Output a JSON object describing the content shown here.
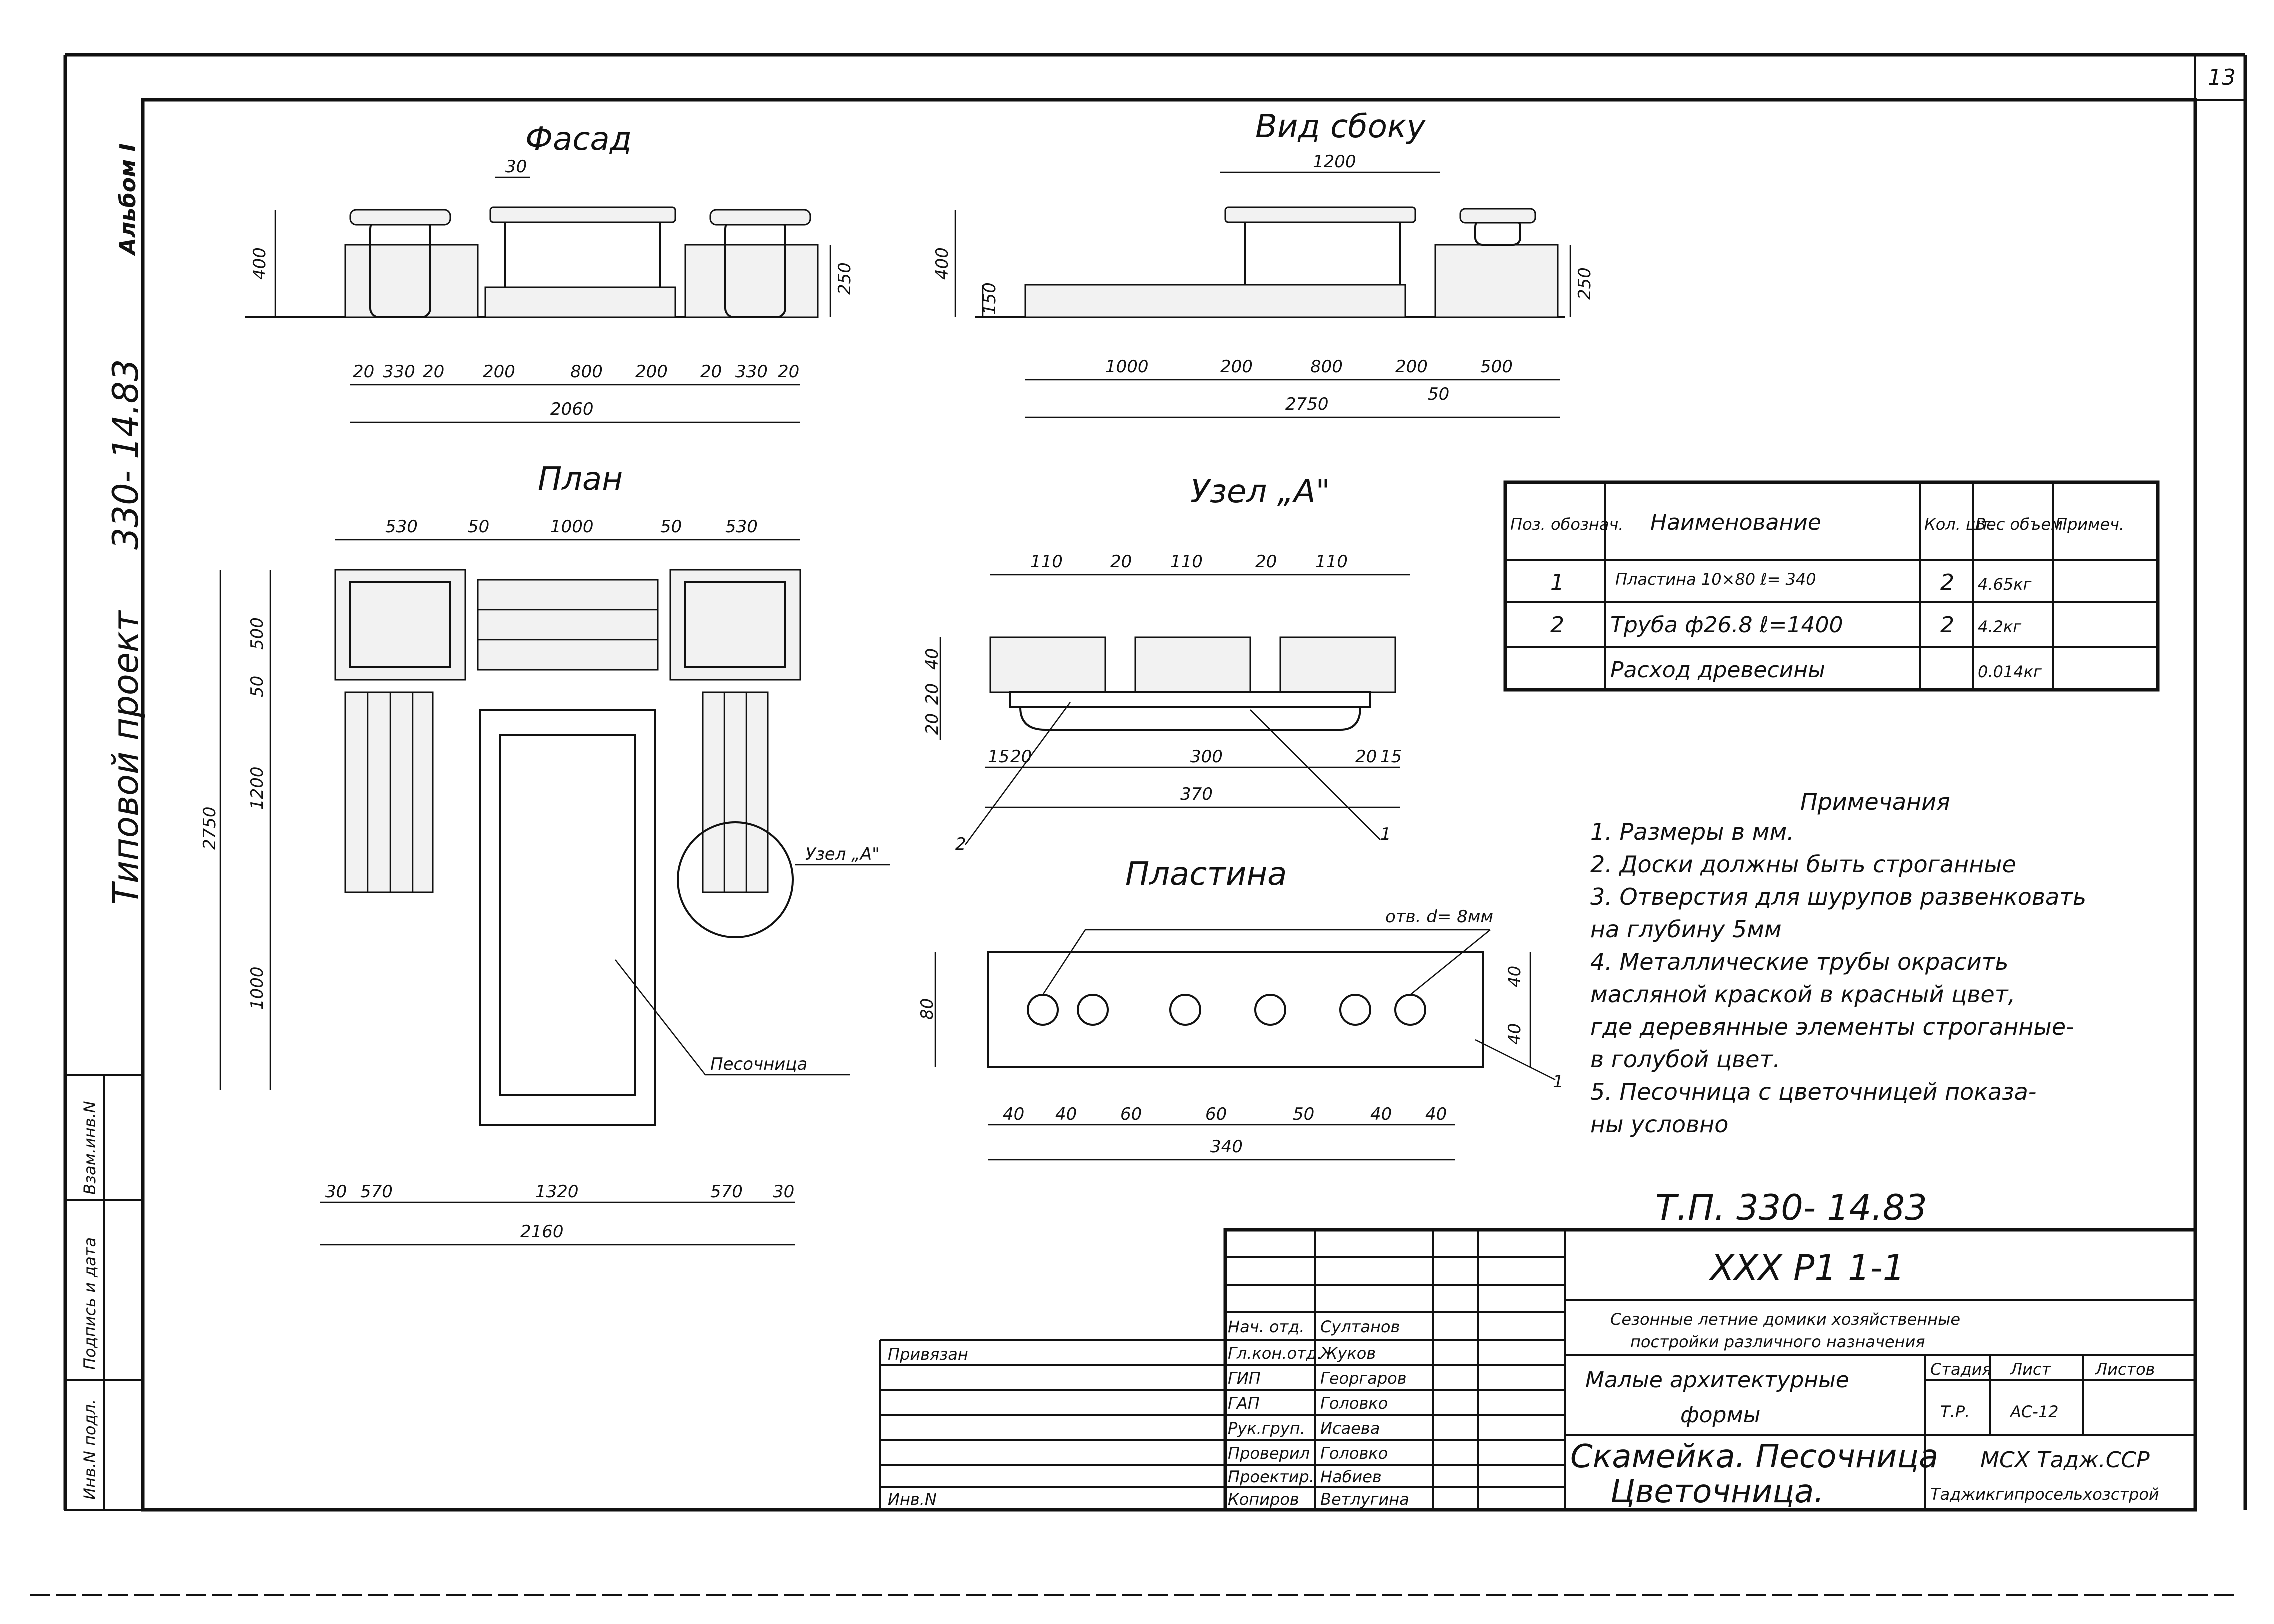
{
  "sheet": {
    "page_number": "13",
    "side_album": "Альбом I",
    "side_code": "330- 14.83",
    "side_project": "Типовой проект",
    "side_stamp": [
      "Инв.N подл.",
      "Подпись и дата",
      "Взам.инв.N"
    ]
  },
  "views": {
    "facade": {
      "title": "Фасад",
      "dim_top": "30",
      "dim_h_total": "400",
      "dim_h_box": "250",
      "dims": [
        "20",
        "330",
        "20",
        "200",
        "800",
        "200",
        "20",
        "330",
        "20"
      ],
      "total": "2060"
    },
    "side": {
      "title": "Вид сбоку",
      "dim_top": "1200",
      "dim_h_total": "400",
      "dim_h_seat": "150",
      "dim_h_box": "250",
      "dims": [
        "1000",
        "200",
        "800",
        "200",
        "500"
      ],
      "dim_gap": "50",
      "total": "2750"
    },
    "plan": {
      "title": "План",
      "dims_top": [
        "530",
        "50",
        "1000",
        "50",
        "530"
      ],
      "dims_left": [
        "500",
        "50",
        "1200",
        "1000"
      ],
      "total_left": "2750",
      "dims_bottom": [
        "30",
        "570",
        "1320",
        "570",
        "30"
      ],
      "total_bottom": "2160",
      "label_node": "Узел „А\"",
      "label_sandbox": "Песочница"
    },
    "node_a": {
      "title": "Узел „А\"",
      "dims_top": [
        "110",
        "20",
        "110",
        "20",
        "110"
      ],
      "dims_left": [
        "40",
        "20",
        "20"
      ],
      "dims_bottom": [
        "15",
        "20",
        "300",
        "20",
        "15"
      ],
      "total": "370",
      "callout_2": "2",
      "callout_1": "1"
    },
    "plate": {
      "title": "Пластина",
      "holes_note": "отв. d= 8мм",
      "dim_h": "80",
      "dim_right": [
        "40",
        "40"
      ],
      "dims": [
        "40",
        "40",
        "60",
        "60",
        "50",
        "40",
        "40"
      ],
      "total": "340",
      "callout": "1"
    }
  },
  "spec_table": {
    "headers": [
      "Поз. обознач.",
      "Наименование",
      "Кол. шт.",
      "Вес объем",
      "Примеч."
    ],
    "rows": [
      [
        "1",
        "Пластина 10×80 ℓ= 340",
        "2",
        "4.65кг",
        ""
      ],
      [
        "2",
        "Труба ф26.8 ℓ=1400",
        "2",
        "4.2кг",
        ""
      ],
      [
        "",
        "Расход древесины",
        "",
        "0.014кг",
        ""
      ]
    ]
  },
  "notes": {
    "title": "Примечания",
    "items": [
      "1. Размеры в мм.",
      "2. Доски должны быть строганные",
      "3. Отверстия для шурупов развенковать",
      "на глубину 5мм",
      "4. Металлические трубы окрасить",
      "масляной краской в красный цвет,",
      "где деревянные элементы строганные-",
      "в голубой цвет.",
      "5. Песочница с цветочницей показа-",
      "ны условно"
    ]
  },
  "title_block": {
    "code": "Т.П. 330- 14.83",
    "series": "ХХХ Р1 1-1",
    "project_name_1": "Сезонные летние домики хозяйственные",
    "project_name_2": "постройки различного назначения",
    "section_1": "Малые архитектурные",
    "section_2": "формы",
    "drawing_1": "Скамейка. Песочница",
    "drawing_2": "Цветочница.",
    "stage_header": [
      "Стадия",
      "Лист",
      "Листов"
    ],
    "stage_values": [
      "Т.Р.",
      "АС-12",
      ""
    ],
    "org_1": "МСХ Тадж.ССР",
    "org_2": "Таджикгипросельхозстрой",
    "privyazan": "Привязан",
    "inv": "Инв.N",
    "staff": [
      [
        "Нач. отд.",
        "Султанов"
      ],
      [
        "Гл.кон.отд.",
        "Жуков"
      ],
      [
        "ГИП",
        "Георгаров"
      ],
      [
        "ГАП",
        "Головко"
      ],
      [
        "Рук.груп.",
        "Исаева"
      ],
      [
        "Проверил",
        "Головко"
      ],
      [
        "Проектир.",
        "Набиев"
      ],
      [
        "Копиров",
        "Ветлугина"
      ]
    ]
  }
}
